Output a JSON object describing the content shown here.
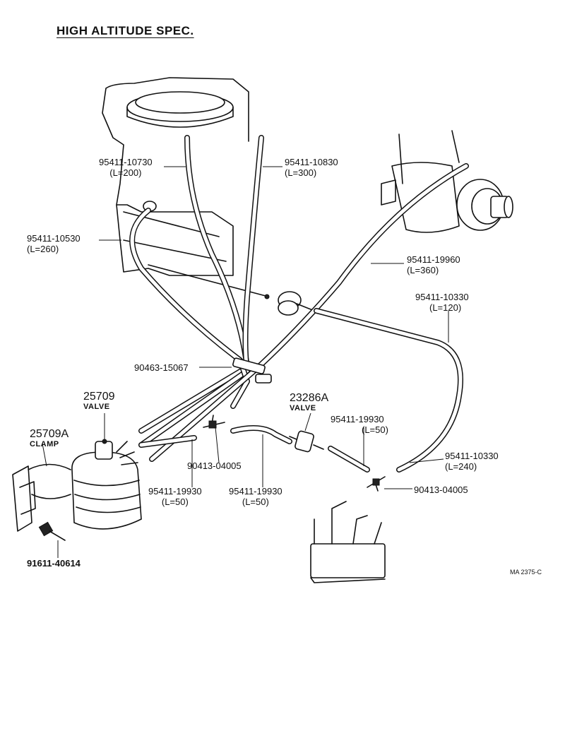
{
  "title": "HIGH ALTITUDE SPEC.",
  "drawing_code": "MA 2375-C",
  "labels": {
    "hose_10730": {
      "part": "95411-10730",
      "length": "(L=200)"
    },
    "hose_10830": {
      "part": "95411-10830",
      "length": "(L=300)"
    },
    "hose_10530": {
      "part": "95411-10530",
      "length": "(L=260)"
    },
    "hose_19960": {
      "part": "95411-19960",
      "length": "(L=360)"
    },
    "hose_10330_a": {
      "part": "95411-10330",
      "length": "(L=120)"
    },
    "clip_15067": {
      "part": "90463-15067"
    },
    "valve_25709": {
      "part": "25709",
      "name": "VALVE"
    },
    "valve_23286a": {
      "part": "23286A",
      "name": "VALVE"
    },
    "clamp_25709a": {
      "part": "25709A",
      "name": "CLAMP"
    },
    "hose_19930_a": {
      "part": "95411-19930",
      "length": "(L=50)"
    },
    "hose_19930_b": {
      "part": "95411-19930",
      "length": "(L=50)"
    },
    "hose_19930_c": {
      "part": "95411-19930",
      "length": "(L=50)"
    },
    "joint_04005_a": {
      "part": "90413-04005"
    },
    "joint_04005_b": {
      "part": "90413-04005"
    },
    "hose_10330_b": {
      "part": "95411-10330",
      "length": "(L=240)"
    },
    "bolt_40614": {
      "part": "91611-40614"
    }
  },
  "icons": [
    "air-cleaner-icon",
    "throttle-body-icon",
    "egr-valve-icon",
    "vacuum-modulator-icon",
    "hac-valve-icon",
    "bracket-clamp-icon",
    "bolt-icon",
    "filter-valve-icon",
    "tee-joint-icon",
    "vacuum-switch-icon"
  ]
}
